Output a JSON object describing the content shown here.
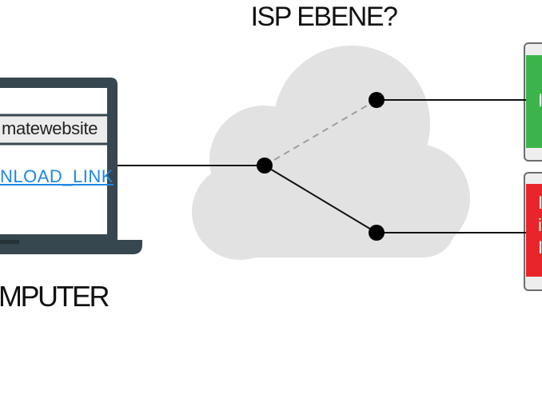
{
  "diagram": {
    "title": "ISP EBENE?",
    "computer": {
      "label": "COMPUTER",
      "visible_label": "MPUTER",
      "url_text": "matewebsite",
      "link_text": "NLOAD_LINK"
    },
    "servers": [
      {
        "name": "green-server",
        "text": "I",
        "color": "#3cb44b"
      },
      {
        "name": "red-server",
        "text": "I\ni\nI",
        "color": "#e8252a"
      }
    ],
    "colors": {
      "laptop_frame": "#37474f",
      "cloud": "#e2e2e2",
      "node": "#000000",
      "dashed_link": "#9e9e9e",
      "link": "#1e88e5"
    }
  }
}
